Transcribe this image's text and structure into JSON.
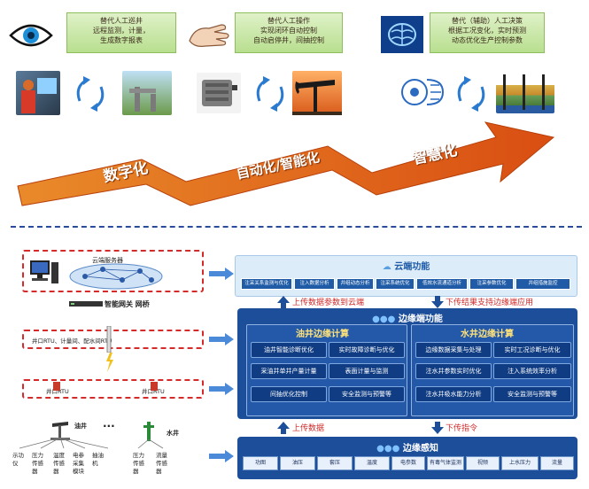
{
  "top": {
    "box1": [
      "替代人工巡井",
      "远程监测，计量，",
      "生成数字报表"
    ],
    "box2": [
      "替代人工操作",
      "实现闭环自动控制",
      "自动启停井，间抽控制"
    ],
    "box3": [
      "替代（辅助）人工决策",
      "根据工况变化，实时预测",
      "动态优化生产控制参数"
    ],
    "arrow_labels": [
      "数字化",
      "自动化/智能化",
      "智慧化"
    ]
  },
  "left": {
    "server_label": "云端服务器",
    "gateway_label": "智能网关  网桥",
    "rtu_label": "井口RTU、计量间、配水间RTU",
    "oil_rtu": "井口RTU",
    "water_rtu": "井口RTU",
    "oil_well": "油井",
    "water_well": "水井",
    "dots": "···",
    "oil_sensors": [
      "示功仪",
      "压力传感器",
      "温度传感器",
      "电参采集模块",
      "抽油机"
    ],
    "water_sensors": [
      "压力传感器",
      "流量传感器"
    ]
  },
  "cloud": {
    "title": "云端功能",
    "chips": [
      "注采关系监测与优化",
      "注入数据分析",
      "井组动态分析",
      "注采系统优化",
      "低效水流通道分析",
      "注采参数优化",
      "井组措施监控"
    ]
  },
  "mid_labels": {
    "up1": "上传数据参数到云端",
    "down1": "下传结果支持边缘端应用",
    "up2": "上传数据",
    "down2": "下传指令"
  },
  "edge": {
    "title": "边缘端功能",
    "oil": {
      "title": "油井边缘计算",
      "items": [
        "油井智能诊断优化",
        "实时故障诊断与优化",
        "采油井单井产量计量",
        "表面计量与监测",
        "间抽优化控制",
        "安全监测与预警等"
      ]
    },
    "water": {
      "title": "水井边缘计算",
      "items": [
        "边缘数据采集与处理",
        "实时工况诊断与优化",
        "注水井参数实时优化",
        "注入系统效率分析",
        "注水井吸水能力分析",
        "安全监测与预警等"
      ]
    }
  },
  "sensing": {
    "title": "边缘感知",
    "chips": [
      "功图",
      "油压",
      "套压",
      "温度",
      "电参数",
      "有毒气体监测",
      "视频",
      "上水压力",
      "流量"
    ]
  },
  "colors": {
    "panel_blue": "#1c4e9a",
    "arrow_orange": "#e8661a",
    "red_dash": "#d42a2a",
    "title_yellow": "#ffe27a"
  }
}
